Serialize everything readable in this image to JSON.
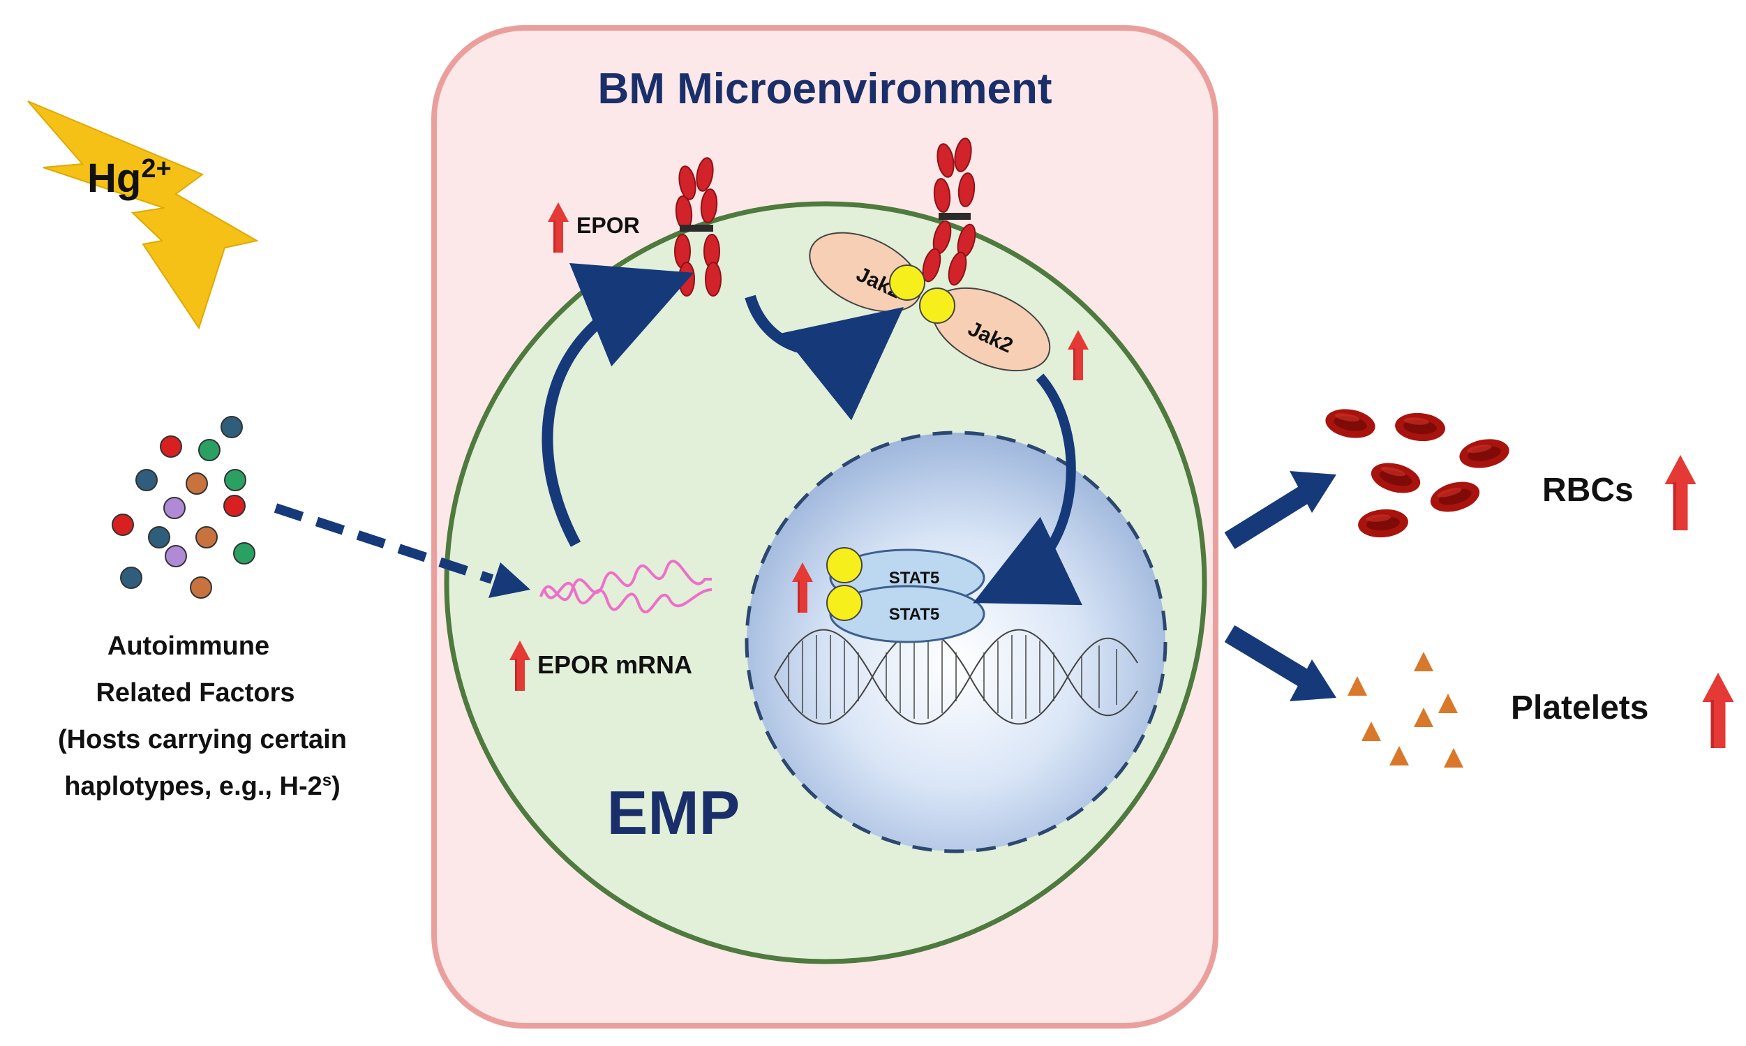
{
  "title": "BM Microenvironment",
  "stimulus": {
    "symbol": "Hg",
    "charge": "2+"
  },
  "factors": {
    "line1": "Autoimmune",
    "line2": "Related Factors",
    "line3": "(Hosts carrying certain",
    "line4": "haplotypes, e.g., H-2",
    "line4_sup": "s",
    "line4_end": ")"
  },
  "cell_label": "EMP",
  "receptor_label": "EPOR",
  "mrna_label": "EPOR mRNA",
  "kinase_labels": [
    "Jak2",
    "Jak2"
  ],
  "tf_labels": [
    "STAT5",
    "STAT5"
  ],
  "outputs": {
    "rbc": "RBCs",
    "platelets": "Platelets"
  },
  "icons": [
    "lightning-bolt-icon",
    "up-arrow-icon",
    "right-arrow-icon"
  ],
  "colors": {
    "microenv_fill": "#fce8e8",
    "microenv_border": "#eb9f9c",
    "cell_fill": "#e2efd9",
    "cell_border": "#4e7a3e",
    "nucleus_fill": "#cfdcf3",
    "arrow_navy": "#16397a",
    "up_arrow": "#e53935",
    "rbc": "#b3160f",
    "platelet": "#d9782a",
    "jak_fill": "#f7cfb4",
    "stat_fill": "#bcd8f0",
    "phospho": "#f7ef1c",
    "lightning": "#f5c116",
    "mrna": "#ee6fc9"
  }
}
